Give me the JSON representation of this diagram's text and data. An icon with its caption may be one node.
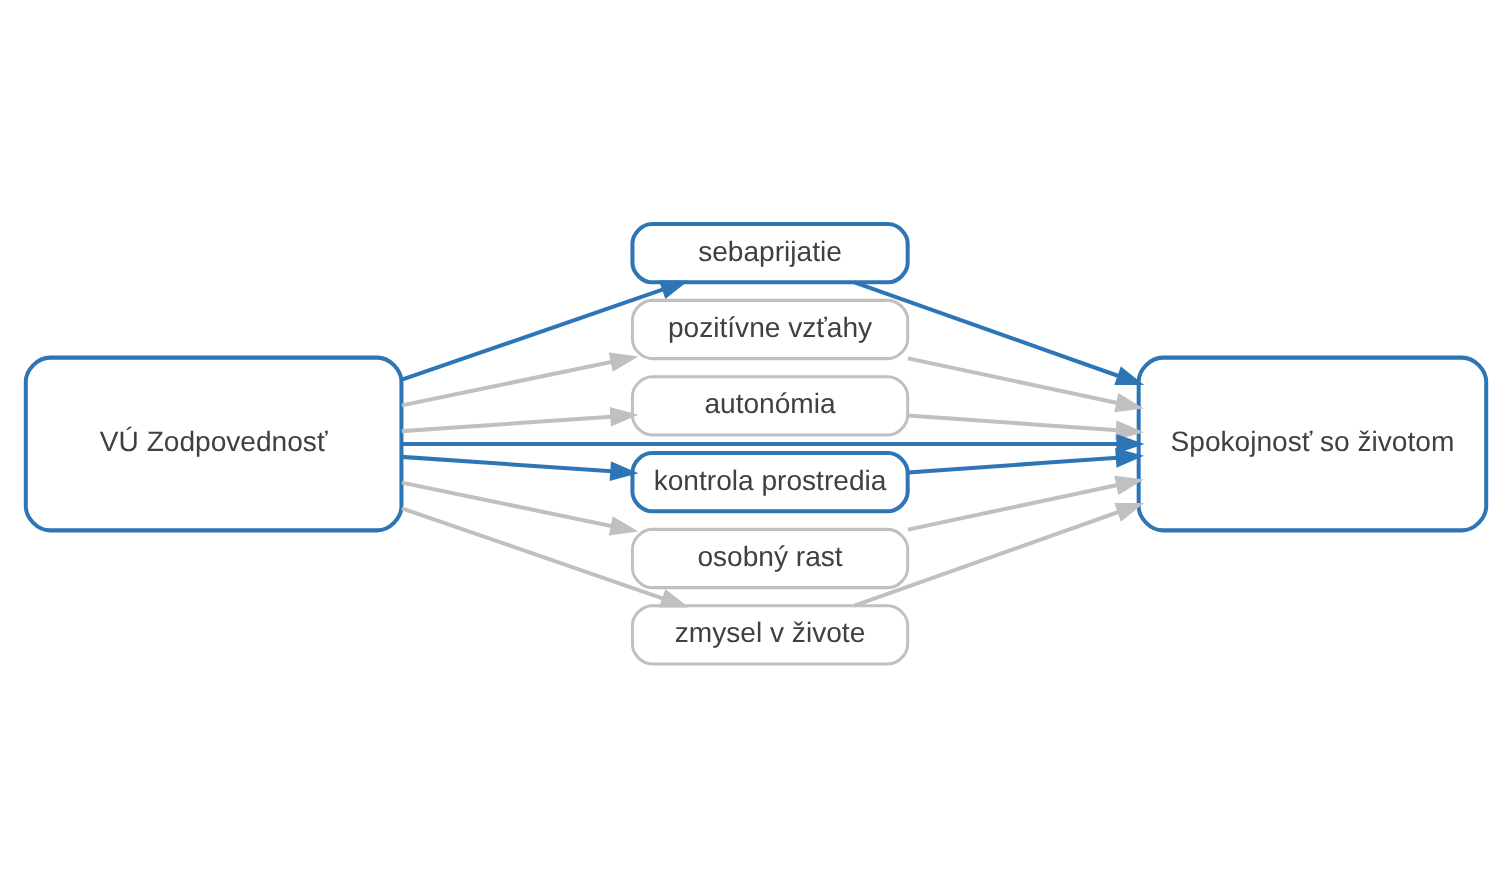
{
  "diagram": {
    "nodes": [
      {
        "text": [
          "sebaprijatie"
        ]
      },
      {
        "text": [
          "pozitívne vzťahy"
        ]
      },
      {
        "text": [
          "autonómia"
        ]
      },
      {
        "text": [
          "kontrola prostredia"
        ]
      },
      {
        "text": [
          "osobný rast"
        ]
      },
      {
        "text": [
          "zmysel v živote"
        ]
      },
      {
        "text": [
          "VÚ Zodpovednosť"
        ]
      },
      {
        "text": [
          "Spokojnosť so životom"
        ]
      }
    ],
    "edges": [
      {
        "from": 6,
        "to": 0,
        "arrow": "to",
        "color": "#2e75b6"
      },
      {
        "from": 6,
        "to": 1,
        "arrow": "to"
      },
      {
        "from": 6,
        "to": 2,
        "arrow": "to"
      },
      {
        "from": 6,
        "to": 3,
        "arrow": "to",
        "color": "#2e75b6"
      },
      {
        "from": 6,
        "to": 4,
        "arrow": "to"
      },
      {
        "from": 6,
        "to": 5,
        "arrow": "to"
      },
      {
        "from": 0,
        "to": 7,
        "arrow": "to",
        "color": "#2e75b6"
      },
      {
        "from": 1,
        "to": 7,
        "arrow": "to"
      },
      {
        "from": 2,
        "to": 7,
        "arrow": "to"
      },
      {
        "from": 3,
        "to": 7,
        "arrow": "to",
        "color": "#2e75b6"
      },
      {
        "from": 4,
        "to": 7,
        "arrow": "to"
      },
      {
        "from": 5,
        "to": 7,
        "arrow": "to"
      },
      {
        "from": 6,
        "to": 7,
        "arrow": "to",
        "color": "#2e75b6"
      }
    ]
  }
}
